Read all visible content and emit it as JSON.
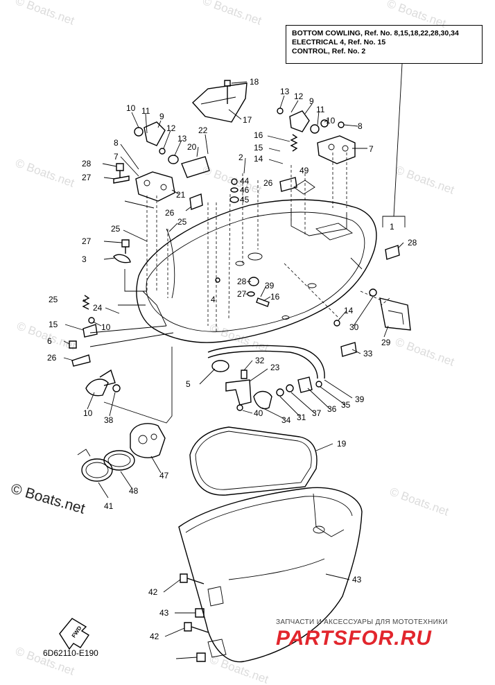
{
  "watermarks": [
    "© Boats.net",
    "© Boats.net",
    "© Boats.net",
    "© Boats.net",
    "© Boats.net",
    "© Boats.net",
    "© Boats.net",
    "© Boats.net",
    "© Boats.net",
    "© Boats.net",
    "© Boats.net",
    "© Boats.net"
  ],
  "watermark_main": "© Boats.net",
  "reference_box": {
    "line1": "BOTTOM COWLING, Ref. No. 8,15,18,22,28,30,34",
    "line2": "ELECTRICAL 4, Ref. No. 15",
    "line3": "CONTROL,  Ref. No. 2"
  },
  "diagram_code": "6D62110-E190",
  "fwd_label": "FWD",
  "brand": {
    "subtitle": "ЗАПЧАСТИ И АКСЕССУАРЫ ДЛЯ МОТОТЕХНИКИ",
    "logo": "PARTSFOR.RU"
  },
  "callouts": [
    "18",
    "13",
    "12",
    "9",
    "17",
    "10",
    "11",
    "9",
    "11",
    "10",
    "8",
    "12",
    "22",
    "16",
    "13",
    "20",
    "15",
    "7",
    "8",
    "14",
    "28",
    "7",
    "2",
    "49",
    "27",
    "44",
    "46",
    "45",
    "21",
    "26",
    "26",
    "1",
    "25",
    "25",
    "28",
    "27",
    "3",
    "28",
    "39",
    "4",
    "27",
    "16",
    "25",
    "24",
    "14",
    "15",
    "10",
    "30",
    "6",
    "29",
    "26",
    "33",
    "32",
    "23",
    "5",
    "10",
    "38",
    "39",
    "35",
    "36",
    "37",
    "31",
    "34",
    "40",
    "19",
    "47",
    "48",
    "41",
    "43",
    "42",
    "43",
    "42"
  ]
}
